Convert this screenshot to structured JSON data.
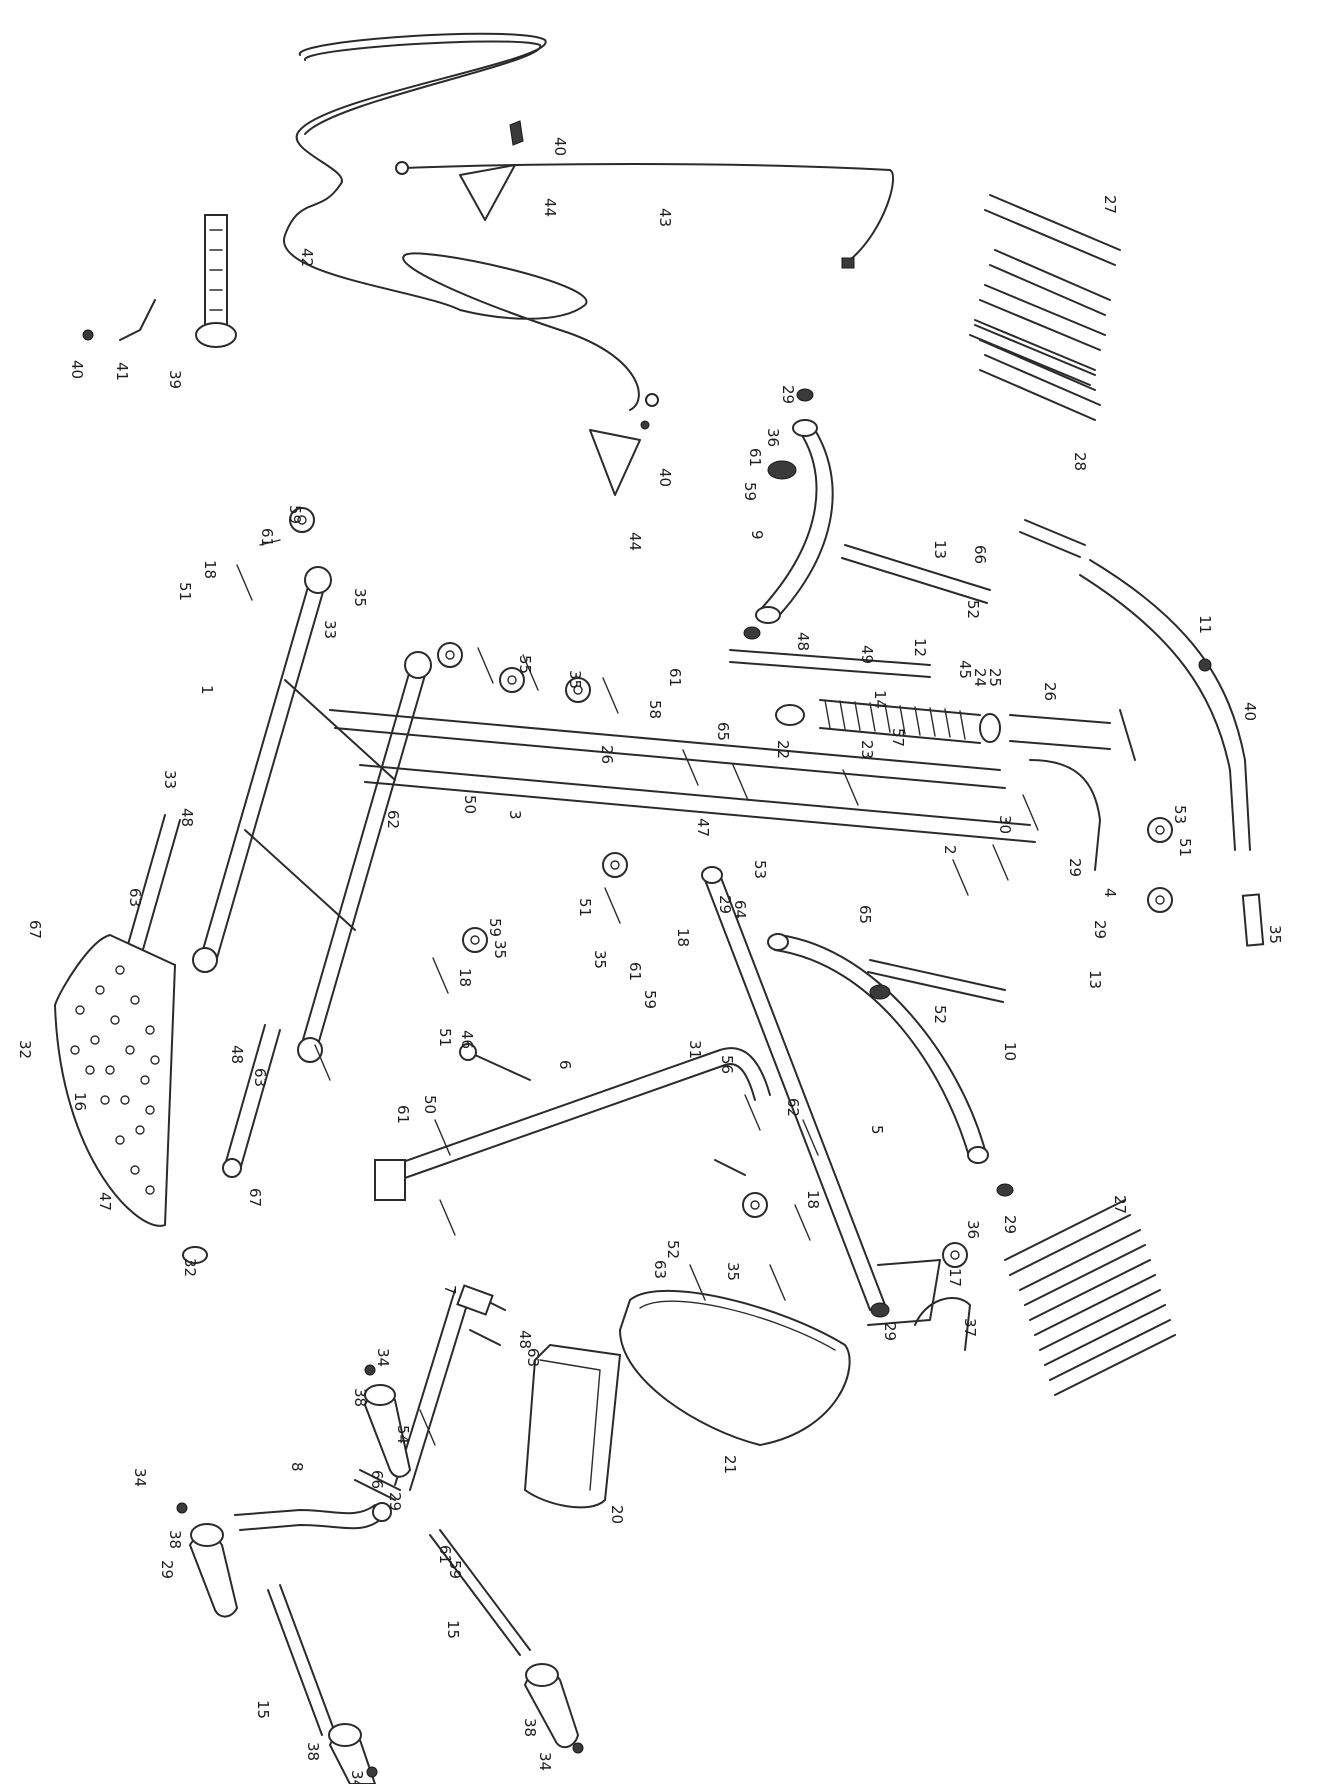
{
  "diagram": {
    "callouts": [
      {
        "id": "c1",
        "label": "40"
      },
      {
        "id": "c2",
        "label": "44"
      },
      {
        "id": "c3",
        "label": "43"
      },
      {
        "id": "c4",
        "label": "42"
      },
      {
        "id": "c5",
        "label": "27"
      },
      {
        "id": "c6",
        "label": "40"
      },
      {
        "id": "c7",
        "label": "41"
      },
      {
        "id": "c8",
        "label": "39"
      },
      {
        "id": "c9",
        "label": "29"
      },
      {
        "id": "c10",
        "label": "36"
      },
      {
        "id": "c11",
        "label": "61"
      },
      {
        "id": "c12",
        "label": "59"
      },
      {
        "id": "c13",
        "label": "40"
      },
      {
        "id": "c14",
        "label": "44"
      },
      {
        "id": "c15",
        "label": "28"
      },
      {
        "id": "c16",
        "label": "9"
      },
      {
        "id": "c17",
        "label": "13"
      },
      {
        "id": "c18",
        "label": "66"
      },
      {
        "id": "c19",
        "label": "52"
      },
      {
        "id": "c20",
        "label": "59"
      },
      {
        "id": "c21",
        "label": "61"
      },
      {
        "id": "c22",
        "label": "18"
      },
      {
        "id": "c23",
        "label": "51"
      },
      {
        "id": "c24",
        "label": "35"
      },
      {
        "id": "c25",
        "label": "33"
      },
      {
        "id": "c26",
        "label": "1"
      },
      {
        "id": "c27",
        "label": "55"
      },
      {
        "id": "c28",
        "label": "35"
      },
      {
        "id": "c29",
        "label": "61"
      },
      {
        "id": "c30",
        "label": "58"
      },
      {
        "id": "c31",
        "label": "49"
      },
      {
        "id": "c32",
        "label": "12"
      },
      {
        "id": "c33",
        "label": "48"
      },
      {
        "id": "c34",
        "label": "65"
      },
      {
        "id": "c35",
        "label": "22"
      },
      {
        "id": "c36",
        "label": "23"
      },
      {
        "id": "c37",
        "label": "45"
      },
      {
        "id": "c38",
        "label": "24"
      },
      {
        "id": "c39",
        "label": "25"
      },
      {
        "id": "c40",
        "label": "26"
      },
      {
        "id": "c41",
        "label": "11"
      },
      {
        "id": "c42",
        "label": "40"
      },
      {
        "id": "c43",
        "label": "14"
      },
      {
        "id": "c44",
        "label": "57"
      },
      {
        "id": "c45",
        "label": "30"
      },
      {
        "id": "c46",
        "label": "53"
      },
      {
        "id": "c47",
        "label": "51"
      },
      {
        "id": "c48",
        "label": "35"
      },
      {
        "id": "c49",
        "label": "26"
      },
      {
        "id": "c50",
        "label": "2"
      },
      {
        "id": "c51",
        "label": "3"
      },
      {
        "id": "c52",
        "label": "50"
      },
      {
        "id": "c53",
        "label": "62"
      },
      {
        "id": "c54",
        "label": "33"
      },
      {
        "id": "c55",
        "label": "48"
      },
      {
        "id": "c56",
        "label": "63"
      },
      {
        "id": "c57",
        "label": "67"
      },
      {
        "id": "c58",
        "label": "47"
      },
      {
        "id": "c59",
        "label": "29"
      },
      {
        "id": "c60",
        "label": "53"
      },
      {
        "id": "c61",
        "label": "64"
      },
      {
        "id": "c62",
        "label": "65"
      },
      {
        "id": "c63",
        "label": "52"
      },
      {
        "id": "c64",
        "label": "13"
      },
      {
        "id": "c65",
        "label": "29"
      },
      {
        "id": "c66",
        "label": "4"
      },
      {
        "id": "c67",
        "label": "29"
      },
      {
        "id": "c68",
        "label": "51"
      },
      {
        "id": "c69",
        "label": "18"
      },
      {
        "id": "c70",
        "label": "35"
      },
      {
        "id": "c71",
        "label": "61"
      },
      {
        "id": "c72",
        "label": "59"
      },
      {
        "id": "c73",
        "label": "59"
      },
      {
        "id": "c74",
        "label": "35"
      },
      {
        "id": "c75",
        "label": "18"
      },
      {
        "id": "c76",
        "label": "51"
      },
      {
        "id": "c77",
        "label": "32"
      },
      {
        "id": "c78",
        "label": "16"
      },
      {
        "id": "c79",
        "label": "47"
      },
      {
        "id": "c80",
        "label": "48"
      },
      {
        "id": "c81",
        "label": "63"
      },
      {
        "id": "c82",
        "label": "67"
      },
      {
        "id": "c83",
        "label": "32"
      },
      {
        "id": "c84",
        "label": "46"
      },
      {
        "id": "c85",
        "label": "6"
      },
      {
        "id": "c86",
        "label": "50"
      },
      {
        "id": "c87",
        "label": "61"
      },
      {
        "id": "c88",
        "label": "31"
      },
      {
        "id": "c89",
        "label": "56"
      },
      {
        "id": "c90",
        "label": "62"
      },
      {
        "id": "c91",
        "label": "5"
      },
      {
        "id": "c92",
        "label": "10"
      },
      {
        "id": "c93",
        "label": "36"
      },
      {
        "id": "c94",
        "label": "29"
      },
      {
        "id": "c95",
        "label": "35"
      },
      {
        "id": "c96",
        "label": "18"
      },
      {
        "id": "c97",
        "label": "29"
      },
      {
        "id": "c98",
        "label": "52"
      },
      {
        "id": "c99",
        "label": "63"
      },
      {
        "id": "c100",
        "label": "17"
      },
      {
        "id": "c101",
        "label": "37"
      },
      {
        "id": "c102",
        "label": "27"
      },
      {
        "id": "c103",
        "label": "21"
      },
      {
        "id": "c104",
        "label": "34"
      },
      {
        "id": "c105",
        "label": "38"
      },
      {
        "id": "c106",
        "label": "7"
      },
      {
        "id": "c107",
        "label": "48"
      },
      {
        "id": "c108",
        "label": "63"
      },
      {
        "id": "c109",
        "label": "54"
      },
      {
        "id": "c110",
        "label": "66"
      },
      {
        "id": "c111",
        "label": "29"
      },
      {
        "id": "c112",
        "label": "61"
      },
      {
        "id": "c113",
        "label": "59"
      },
      {
        "id": "c114",
        "label": "20"
      },
      {
        "id": "c115",
        "label": "34"
      },
      {
        "id": "c116",
        "label": "38"
      },
      {
        "id": "c117",
        "label": "8"
      },
      {
        "id": "c118",
        "label": "29"
      },
      {
        "id": "c119",
        "label": "15"
      },
      {
        "id": "c120",
        "label": "38"
      },
      {
        "id": "c121",
        "label": "34"
      },
      {
        "id": "c122",
        "label": "15"
      },
      {
        "id": "c123",
        "label": "38"
      },
      {
        "id": "c124",
        "label": "34"
      }
    ]
  }
}
